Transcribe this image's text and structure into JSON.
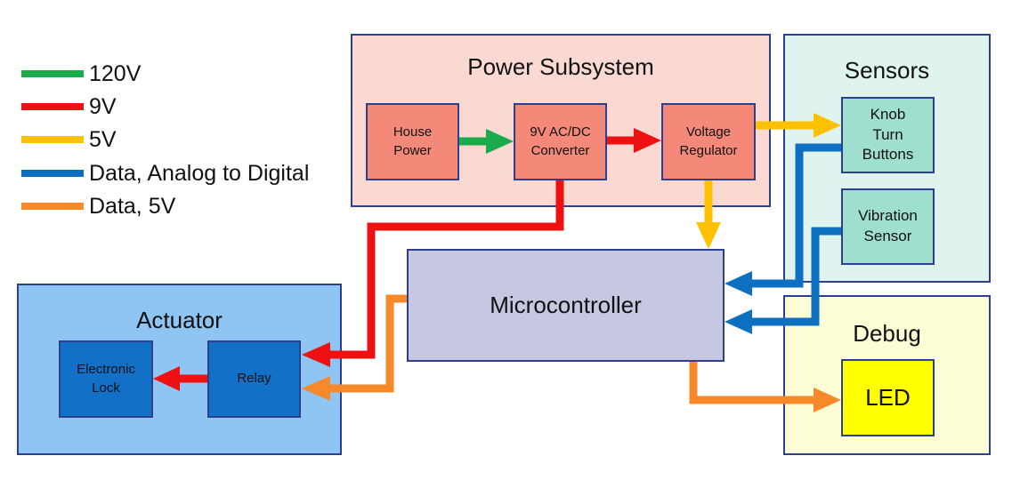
{
  "legend": [
    {
      "label": "120V",
      "color": "#1bab4a"
    },
    {
      "label": "9V",
      "color": "#ee1111"
    },
    {
      "label": "5V",
      "color": "#ffc000"
    },
    {
      "label": "Data, Analog to Digital",
      "color": "#0d6fbf"
    },
    {
      "label": "Data, 5V",
      "color": "#f7892a"
    }
  ],
  "power_subsystem": {
    "title": "Power Subsystem",
    "house_power": "House\nPower",
    "converter": "9V AC/DC\nConverter",
    "regulator": "Voltage\nRegulator"
  },
  "sensors": {
    "title": "Sensors",
    "knob": "Knob\nTurn\nButtons",
    "vibration": "Vibration\nSensor"
  },
  "debug": {
    "title": "Debug",
    "led": "LED"
  },
  "actuator": {
    "title": "Actuator",
    "lock": "Electronic\nLock",
    "relay": "Relay"
  },
  "microcontroller": {
    "label": "Microcontroller"
  },
  "colors": {
    "power_bg": "#fad9d3",
    "sensors_bg": "#dff4ef",
    "debug_bg": "#fdfdd6",
    "actuator_bg": "#8ec5f2",
    "micro_bg": "#c6c8e2",
    "led_bg": "#ffff00"
  }
}
